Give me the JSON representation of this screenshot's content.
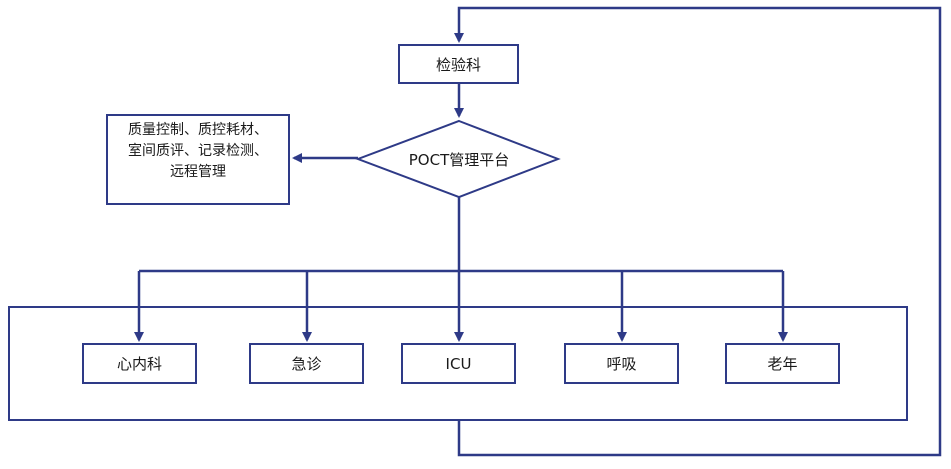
{
  "top_node": {
    "label": "检验科"
  },
  "platform": {
    "label": "POCT管理平台"
  },
  "functions": {
    "lines": [
      "质量控制、质控耗材、",
      "室间质评、记录检测、",
      "远程管理"
    ]
  },
  "departments": [
    {
      "label": "心内科"
    },
    {
      "label": "急诊"
    },
    {
      "label": "ICU"
    },
    {
      "label": "呼吸"
    },
    {
      "label": "老年"
    }
  ],
  "colors": {
    "stroke": "#2e3a87"
  }
}
